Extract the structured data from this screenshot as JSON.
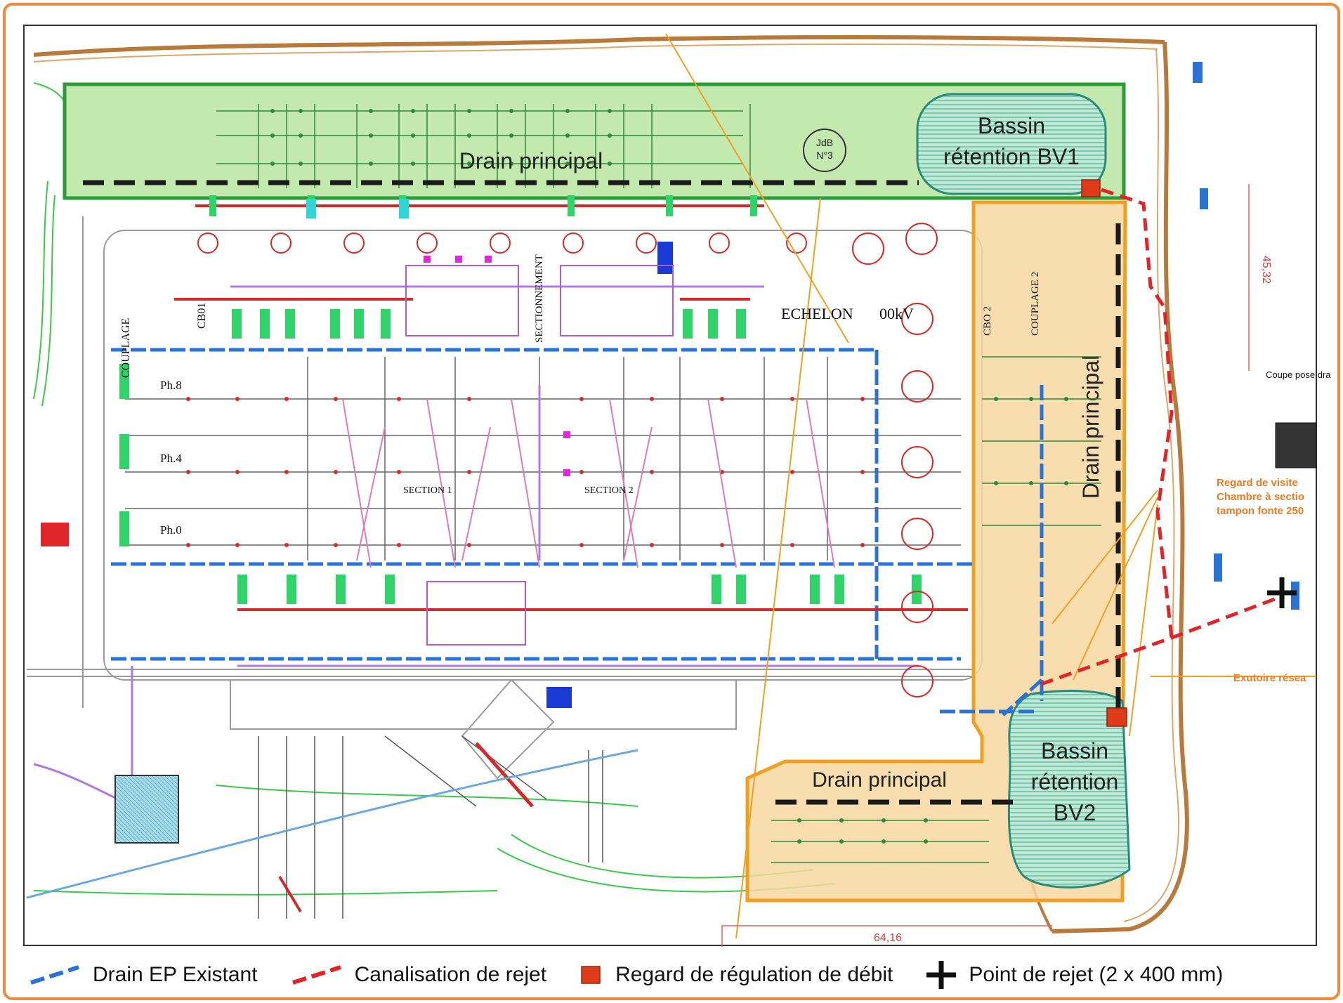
{
  "plan": {
    "zone_bv1": {
      "drain_label": "Drain principal",
      "basin_label_line1": "Bassin",
      "basin_label_line2": "rétention BV1",
      "jdb_line1": "JdB",
      "jdb_line2": "N°3"
    },
    "zone_bv2": {
      "drain_label_vertical": "Drain principal",
      "drain_label_bottom": "Drain principal",
      "basin_label_line1": "Bassin",
      "basin_label_line2": "rétention",
      "basin_label_line3": "BV2"
    },
    "labels": {
      "echelon": "ECHELON",
      "kv": "00kV",
      "couplage_left": "COUPLAGE",
      "cb01": "CB01",
      "sectionnement": "SECTIONNEMENT",
      "cbo2": "CBO 2",
      "couplage_right": "COUPLAGE 2",
      "ph8": "Ph.8",
      "ph4": "Ph.4",
      "ph0": "Ph.0",
      "section1": "SECTION 1",
      "section2": "SECTION 2",
      "dimension_vertical": "45,32",
      "dimension_horizontal": "64,16",
      "coupe_pose": "Coupe pose dra",
      "regard_visite_1": "Regard de visite",
      "regard_visite_2": "Chambre à sectio",
      "regard_visite_3": "tampon fonte 250",
      "exutoire": "Exutoire résea"
    }
  },
  "legend": {
    "drain_ep": "Drain EP Existant",
    "canalisation": "Canalisation de rejet",
    "regard": "Regard de régulation de débit",
    "point_rejet": "Point de rejet (2 x 400 mm)"
  },
  "colors": {
    "orange_frame": "#f08a3a",
    "green_zone": "#bfe6a8",
    "orange_zone": "#f7d79a",
    "drain_blue": "#2a72d4",
    "rejet_red": "#e0252a",
    "regard_red": "#e03a1a"
  }
}
